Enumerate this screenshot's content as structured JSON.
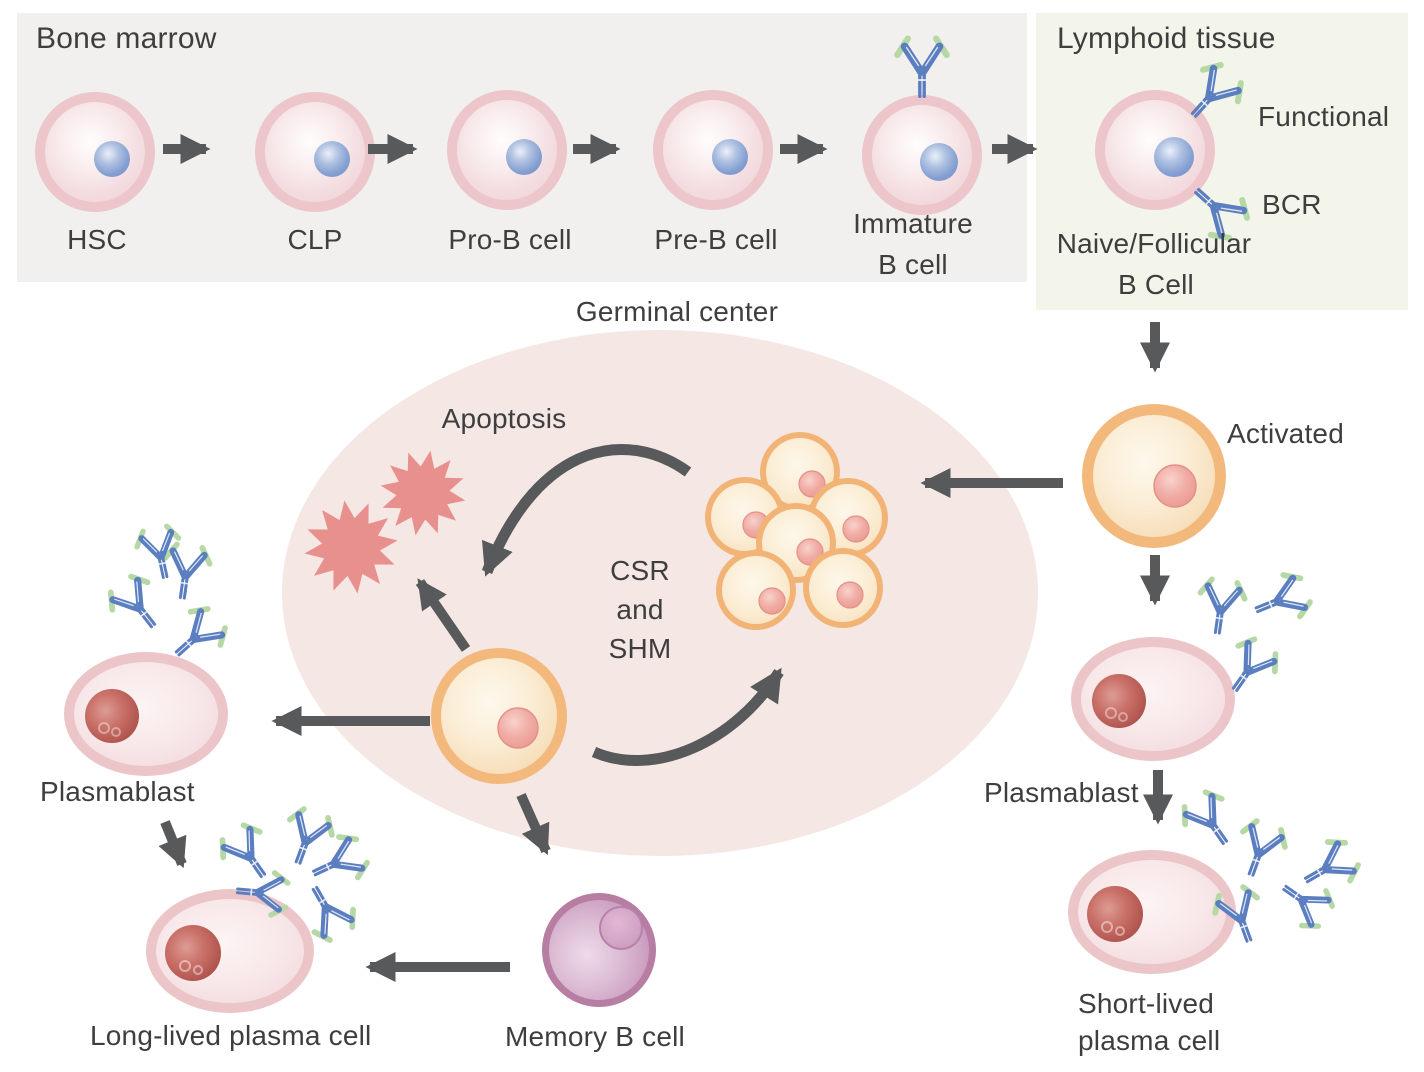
{
  "regions": {
    "bone_marrow": "Bone marrow",
    "lymphoid_tissue": "Lymphoid tissue",
    "germinal_center": "Germinal center"
  },
  "labels": {
    "hsc": "HSC",
    "clp": "CLP",
    "pro_b": "Pro-B cell",
    "pre_b": "Pre-B cell",
    "immature_line1": "Immature",
    "immature_line2": "B cell",
    "naive_line1": "Naive/Follicular",
    "naive_line2": "B Cell",
    "functional": "Functional",
    "bcr": "BCR",
    "activated": "Activated",
    "plasmablast_right": "Plasmablast",
    "short_lived_line1": "Short-lived",
    "short_lived_line2": "plasma cell",
    "apoptosis": "Apoptosis",
    "csr_line1": "CSR",
    "csr_line2": "and",
    "csr_line3": "SHM",
    "plasmablast_left": "Plasmablast",
    "long_lived": "Long-lived plasma cell",
    "memory": "Memory B cell"
  },
  "icons": {
    "antibody-icon": "Y-shaped immunoglobulin (blue heavy chains, green light chains)",
    "apoptotic-cell-icon": "red starburst (dying cell)",
    "b-cell-icon": "pink cell with blue nucleus",
    "activated-b-cell-icon": "orange cell with pink nucleus",
    "plasma-cell-icon": "pink oval secretory cell with red nucleus",
    "memory-b-cell-icon": "purple cell",
    "arrow-icon": "dark gray process arrow"
  },
  "colors": {
    "bone_marrow_bg": "#f1f0ee",
    "lymphoid_bg": "#f3f5ea",
    "germinal_center_bg": "#f5e7e4",
    "arrow": "#58595b",
    "text": "#3e3e3f",
    "antibody_blue": "#5b7ec0",
    "antibody_green": "#b5d8a4",
    "pink_cell_ring": "#ecc6ca",
    "blue_nucleus": "#7b96cc",
    "orange_cell_ring": "#f3b97c",
    "red_nucleus": "#a94c47",
    "memory_ring": "#b77da3",
    "apoptosis_star": "#e8908d"
  }
}
